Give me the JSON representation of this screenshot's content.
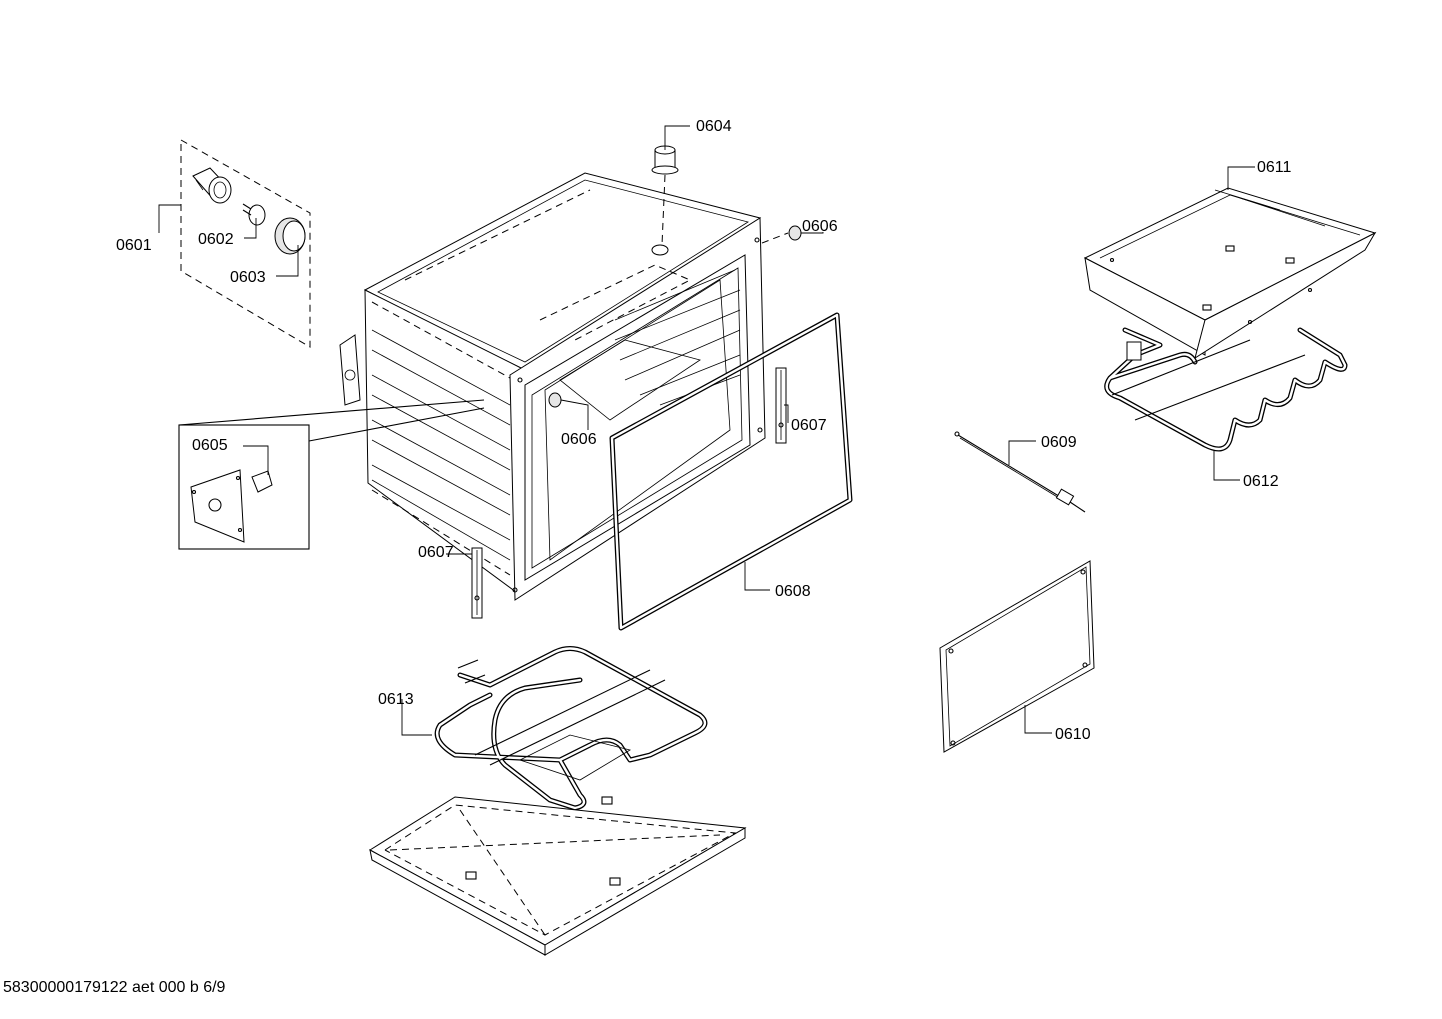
{
  "diagram": {
    "document_id": "58300000179122 aet 000 b 6/9",
    "callouts": [
      {
        "id": "0601",
        "label": "0601"
      },
      {
        "id": "0602",
        "label": "0602"
      },
      {
        "id": "0603",
        "label": "0603"
      },
      {
        "id": "0604",
        "label": "0604"
      },
      {
        "id": "0605",
        "label": "0605"
      },
      {
        "id": "0606a",
        "label": "0606"
      },
      {
        "id": "0606b",
        "label": "0606"
      },
      {
        "id": "0607a",
        "label": "0607"
      },
      {
        "id": "0607b",
        "label": "0607"
      },
      {
        "id": "0608",
        "label": "0608"
      },
      {
        "id": "0609",
        "label": "0609"
      },
      {
        "id": "0610",
        "label": "0610"
      },
      {
        "id": "0611",
        "label": "0611"
      },
      {
        "id": "0612",
        "label": "0612"
      },
      {
        "id": "0613",
        "label": "0613"
      }
    ]
  }
}
